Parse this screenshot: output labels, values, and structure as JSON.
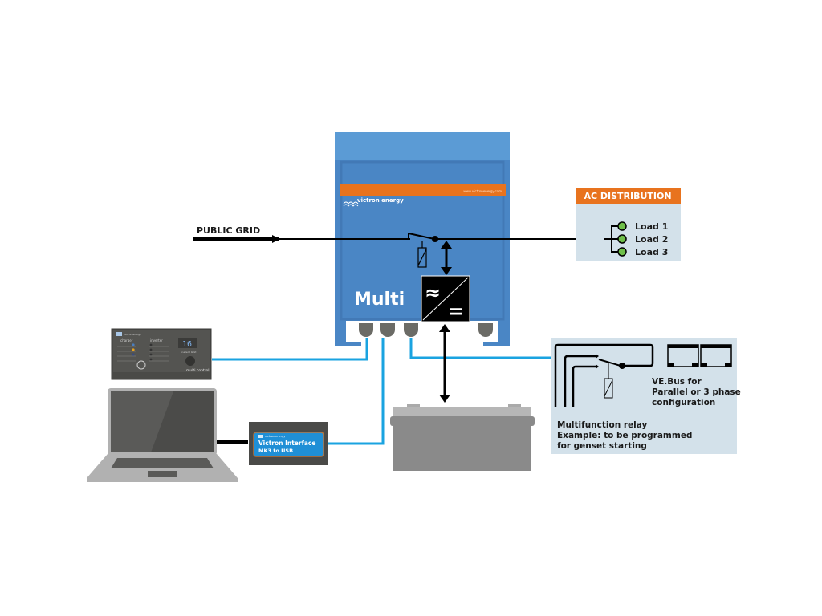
{
  "diagram": {
    "public_grid_label": "PUBLIC GRID",
    "inverter": {
      "brand": "victron energy",
      "website": "www.victronenergy.com",
      "model_label": "Multi",
      "converter_ac_symbol": "≈",
      "converter_dc_symbol": "="
    },
    "ac_distribution": {
      "title": "AC DISTRIBUTION",
      "loads": [
        "Load 1",
        "Load 2",
        "Load 3"
      ]
    },
    "remote_panel": {
      "brand": "victron energy",
      "charger_label": "charger",
      "inverter_label": "inverter",
      "display_value": "16",
      "current_limit_label": "current limit",
      "product_label": "multi control"
    },
    "interface": {
      "brand": "victron energy",
      "line1": "Victron Interface",
      "line2": "MK3 to USB"
    },
    "relay_panel": {
      "vebus_lines": [
        "VE.Bus for",
        "Parallel or 3 phase",
        "configuration"
      ],
      "relay_lines": [
        "Multifunction relay",
        "Example: to be programmed",
        "for genset starting"
      ]
    },
    "colors": {
      "inverter_top": "#5b9bd5",
      "inverter_body": "#4a86c5",
      "orange": "#e8731e",
      "panel_bg": "#d3e1ea",
      "cable_blue": "#1aa3e0",
      "battery_gray": "#8a8a8a"
    }
  }
}
